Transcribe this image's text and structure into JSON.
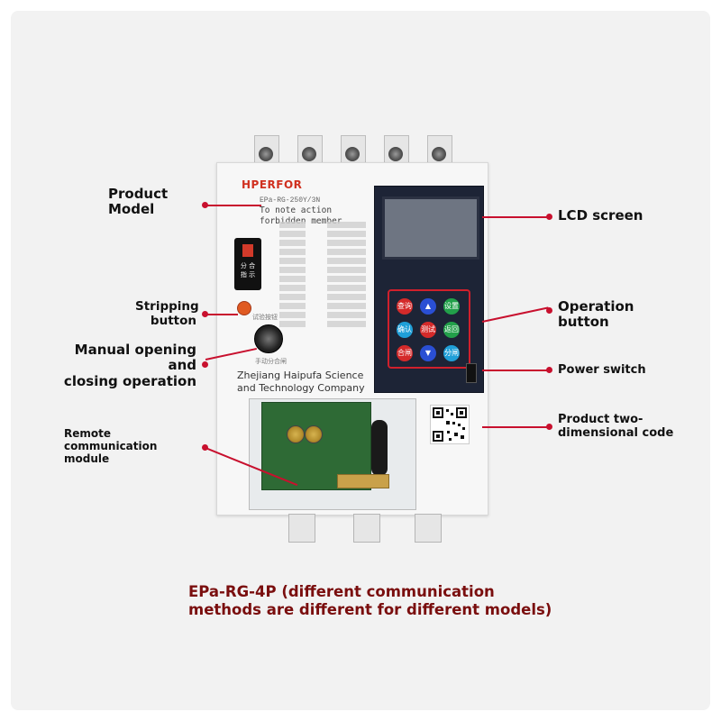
{
  "device": {
    "brand": "HPERFOR",
    "model_line": "EPa-RG-250Y/3N",
    "note_line1": "To note action",
    "note_line2": "forbidden member",
    "indicator_label_top": "分 合",
    "indicator_label_bottom": "指 示",
    "company_line1": "Zhejiang Haipufa Science",
    "company_line2": "and Technology Company",
    "manual_label": "手动分合闸",
    "trip_label": "试验按钮"
  },
  "callouts": {
    "product_model": [
      "Product",
      "Model"
    ],
    "lcd_screen": "LCD screen",
    "stripping_button": [
      "Stripping",
      "button"
    ],
    "operation_button": [
      "Operation",
      "button"
    ],
    "manual_operation": [
      "Manual opening and",
      "closing operation"
    ],
    "power_switch": "Power switch",
    "remote_module": [
      "Remote",
      "communication",
      "module"
    ],
    "qr_code": [
      "Product two-",
      "dimensional code"
    ]
  },
  "keypad": {
    "buttons": [
      {
        "label": "查询",
        "color": "#d42a2a"
      },
      {
        "label": "▲",
        "color": "#2a4fd4"
      },
      {
        "label": "设置",
        "color": "#22a04a"
      },
      {
        "label": "确认",
        "color": "#1f9fd8"
      },
      {
        "label": "测试",
        "color": "#d42a2a"
      },
      {
        "label": "返回",
        "color": "#22a04a"
      },
      {
        "label": "合闸",
        "color": "#d42a2a"
      },
      {
        "label": "▼",
        "color": "#2a4fd4"
      },
      {
        "label": "分闸",
        "color": "#1f9fd8"
      }
    ]
  },
  "footer": {
    "line1": "EPa-RG-4P (different communication",
    "line2": "methods are different for different models)"
  },
  "colors": {
    "accent_red": "#c8102e",
    "footer_text": "#7a0e0e",
    "brand_red": "#d0301f"
  }
}
